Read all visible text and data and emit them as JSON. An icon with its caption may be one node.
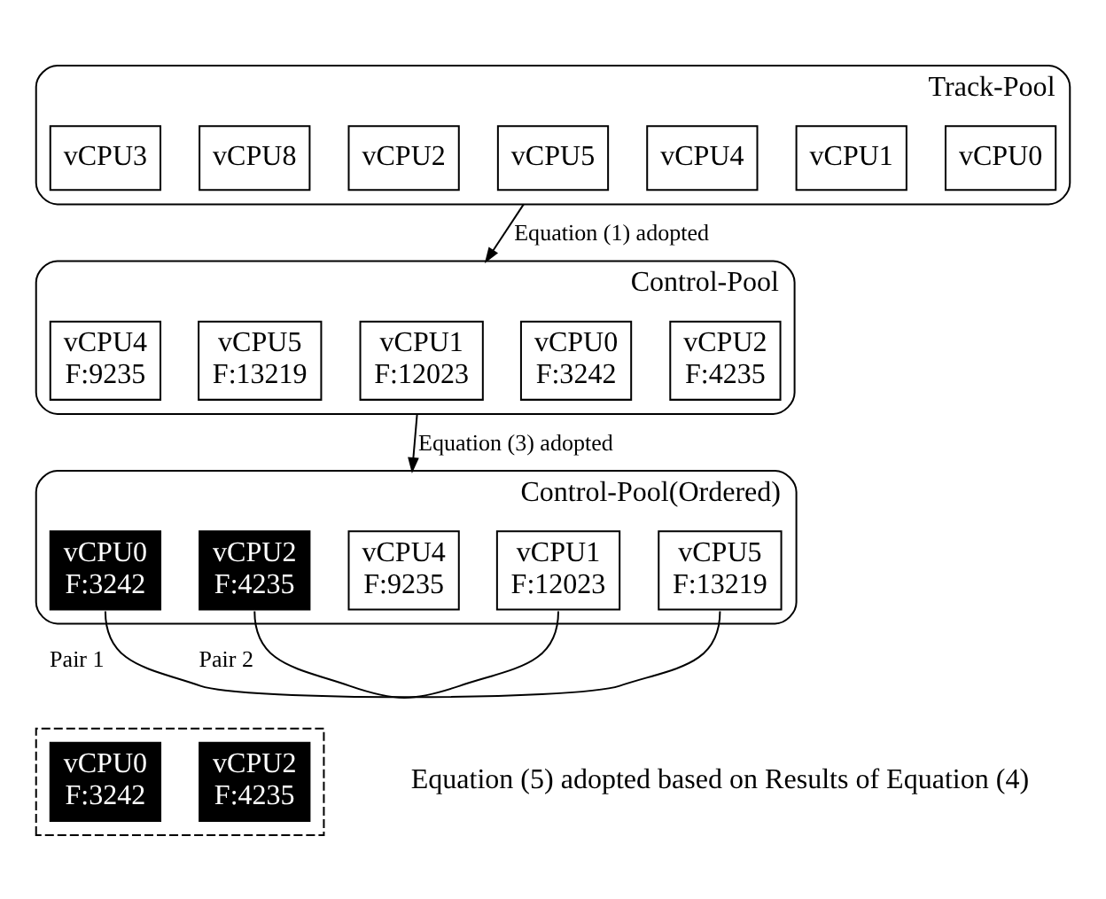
{
  "diagram": {
    "nodes": [
      {
        "text": [
          "Track-Pool"
        ]
      },
      {
        "text": [
          "vCPU3"
        ],
        "in": 0
      },
      {
        "text": [
          "vCPU8"
        ],
        "in": 0
      },
      {
        "text": [
          "vCPU2"
        ],
        "in": 0
      },
      {
        "text": [
          "vCPU5"
        ],
        "in": 0
      },
      {
        "text": [
          "vCPU4"
        ],
        "in": 0
      },
      {
        "text": [
          "vCPU1"
        ],
        "in": 0
      },
      {
        "text": [
          "vCPU0"
        ],
        "in": 0
      },
      {
        "text": [
          "Control-Pool"
        ]
      },
      {
        "text": [
          "vCPU4",
          "F:9235"
        ],
        "in": 8
      },
      {
        "text": [
          "vCPU5",
          "F:13219"
        ],
        "in": 8
      },
      {
        "text": [
          "vCPU1",
          "F:12023"
        ],
        "in": 8
      },
      {
        "text": [
          "vCPU0",
          "F:3242"
        ],
        "in": 8
      },
      {
        "text": [
          "vCPU2",
          "F:4235"
        ],
        "in": 8
      },
      {
        "text": [
          "Control-Pool(Ordered)"
        ]
      },
      {
        "text": [
          "vCPU0",
          "F:3242"
        ],
        "in": 14
      },
      {
        "text": [
          "vCPU2",
          "F:4235"
        ],
        "in": 14
      },
      {
        "text": [
          "vCPU4",
          "F:9235"
        ],
        "in": 14
      },
      {
        "text": [
          "vCPU1",
          "F:12023"
        ],
        "in": 14
      },
      {
        "text": [
          "vCPU5",
          "F:13219"
        ],
        "in": 14
      },
      {
        "text": [],
        "shape": "box",
        "beside": [
          "Equation (5) adopted based on Results of Equation (4)"
        ]
      },
      {
        "text": [
          "vCPU0",
          "F:3242"
        ],
        "in": 20
      },
      {
        "text": [
          "vCPU2",
          "F:4235"
        ],
        "in": 20
      }
    ],
    "edges": [
      {
        "from": 0,
        "to": 8,
        "arrow": "to",
        "label": "Equation (1) adopted"
      },
      {
        "from": 8,
        "to": 14,
        "arrow": "to",
        "label": "Equation (3) adopted"
      },
      {
        "from": 15,
        "to": 19,
        "arrow": "none",
        "label": "Pair 1"
      },
      {
        "from": 16,
        "to": 18,
        "arrow": "none",
        "label": "Pair 2"
      }
    ]
  }
}
